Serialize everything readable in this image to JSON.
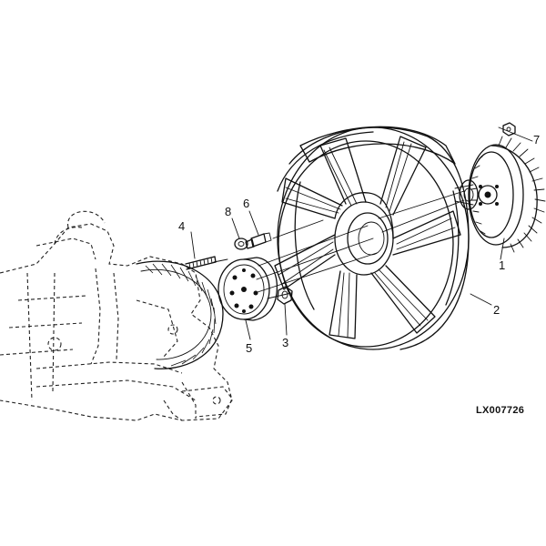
{
  "callouts": {
    "n1": "1",
    "n2": "2",
    "n3": "3",
    "n4": "4",
    "n5": "5",
    "n6": "6",
    "n7": "7",
    "n8": "8"
  },
  "reference_code": "LX007726",
  "icons": {
    "fan_drive": "fan-clutch-icon",
    "fan": "fan-blade-wheel-icon",
    "hub": "hub-flange-icon",
    "engine": "engine-block-icon"
  }
}
